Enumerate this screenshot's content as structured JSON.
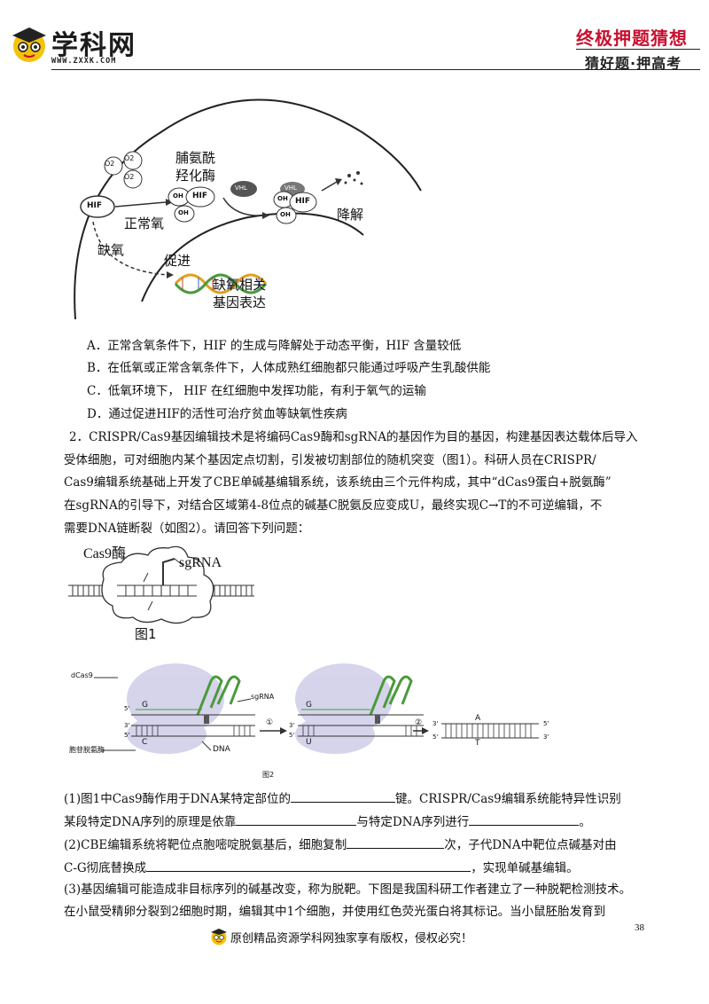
{
  "header": {
    "logo_text": "学科网",
    "logo_url": "WWW.ZXXK.COM",
    "slogan_top": "终极押题猜想",
    "slogan_bottom": "猜好题·押高考"
  },
  "figure_hif": {
    "o2": "O2",
    "enzyme_line1": "脯氨酰",
    "enzyme_line2": "羟化酶",
    "hif": "HIF",
    "oh": "OH",
    "vhl": "VHL",
    "normal_oxygen": "正常氧",
    "hypoxia": "缺氧",
    "promote": "促进",
    "degrade": "降解",
    "gene_line1": "缺氧相关",
    "gene_line2": "基因表达"
  },
  "options": [
    "A．正常含氧条件下，HIF 的生成与降解处于动态平衡，HIF 含量较低",
    "B．在低氧或正常含氧条件下，人体成熟红细胞都只能通过呼吸产生乳酸供能",
    "C．低氧环境下， HIF 在红细胞中发挥功能，有利于氧气的运输",
    "D．通过促进HIF的活性可治疗贫血等缺氧性疾病"
  ],
  "question2": [
    "2．CRISPR/Cas9基因编辑技术是将编码Cas9酶和sgRNA的基因作为目的基因，构建基因表达载体后导入",
    "受体细胞，可对细胞内某个基因定点切割，引发被切割部位的随机突变（图1）。科研人员在CRISPR/",
    "Cas9编辑系统基础上开发了CBE单碱基编辑系统，该系统由三个元件构成，其中“dCas9蛋白+脱氨酶”",
    "在sgRNA的引导下，对结合区域第4-8位点的碱基C脱氨反应变成U，最终实现C→T的不可逆编辑，不",
    "需要DNA链断裂（如图2）。请回答下列问题："
  ],
  "fig1": {
    "cas9": "Cas9酶",
    "sgrna": "sgRNA",
    "caption": "图1"
  },
  "fig2": {
    "dcas9": "dCas9",
    "sgrna": "sgRNA",
    "deaminase": "胞苷脱氨酶",
    "dna": "DNA",
    "g": "G",
    "c": "C",
    "u": "U",
    "a": "A",
    "t": "T",
    "p3": "3'",
    "p5": "5'",
    "step1": "①",
    "step2": "②",
    "caption": "图2"
  },
  "q_parts": {
    "p1a": "(1)图1中Cas9酶作用于DNA某特定部位的",
    "p1b": "键。CRISPR/Cas9编辑系统能特异性识别",
    "p1c": "某段特定DNA序列的原理是依靠",
    "p1d": "与特定DNA序列进行",
    "p1e": "。",
    "p2a": "(2)CBE编辑系统将靶位点胞嘧啶脱氨基后，细胞复制",
    "p2b": "次，子代DNA中靶位点碱基对由",
    "p2c": "C-G彻底替换成",
    "p2d": "，实现单碱基编辑。",
    "p3a": "(3)基因编辑可能造成非目标序列的碱基改变，称为脱靶。下图是我国科研工作者建立了一种脱靶检测技术。",
    "p3b": "在小鼠受精卵分裂到2细胞时期，编辑其中1个细胞，并使用红色荧光蛋白将其标记。当小鼠胚胎发育到"
  },
  "page_number": "38",
  "footer": "原创精品资源学科网独家享有版权，侵权必究！"
}
